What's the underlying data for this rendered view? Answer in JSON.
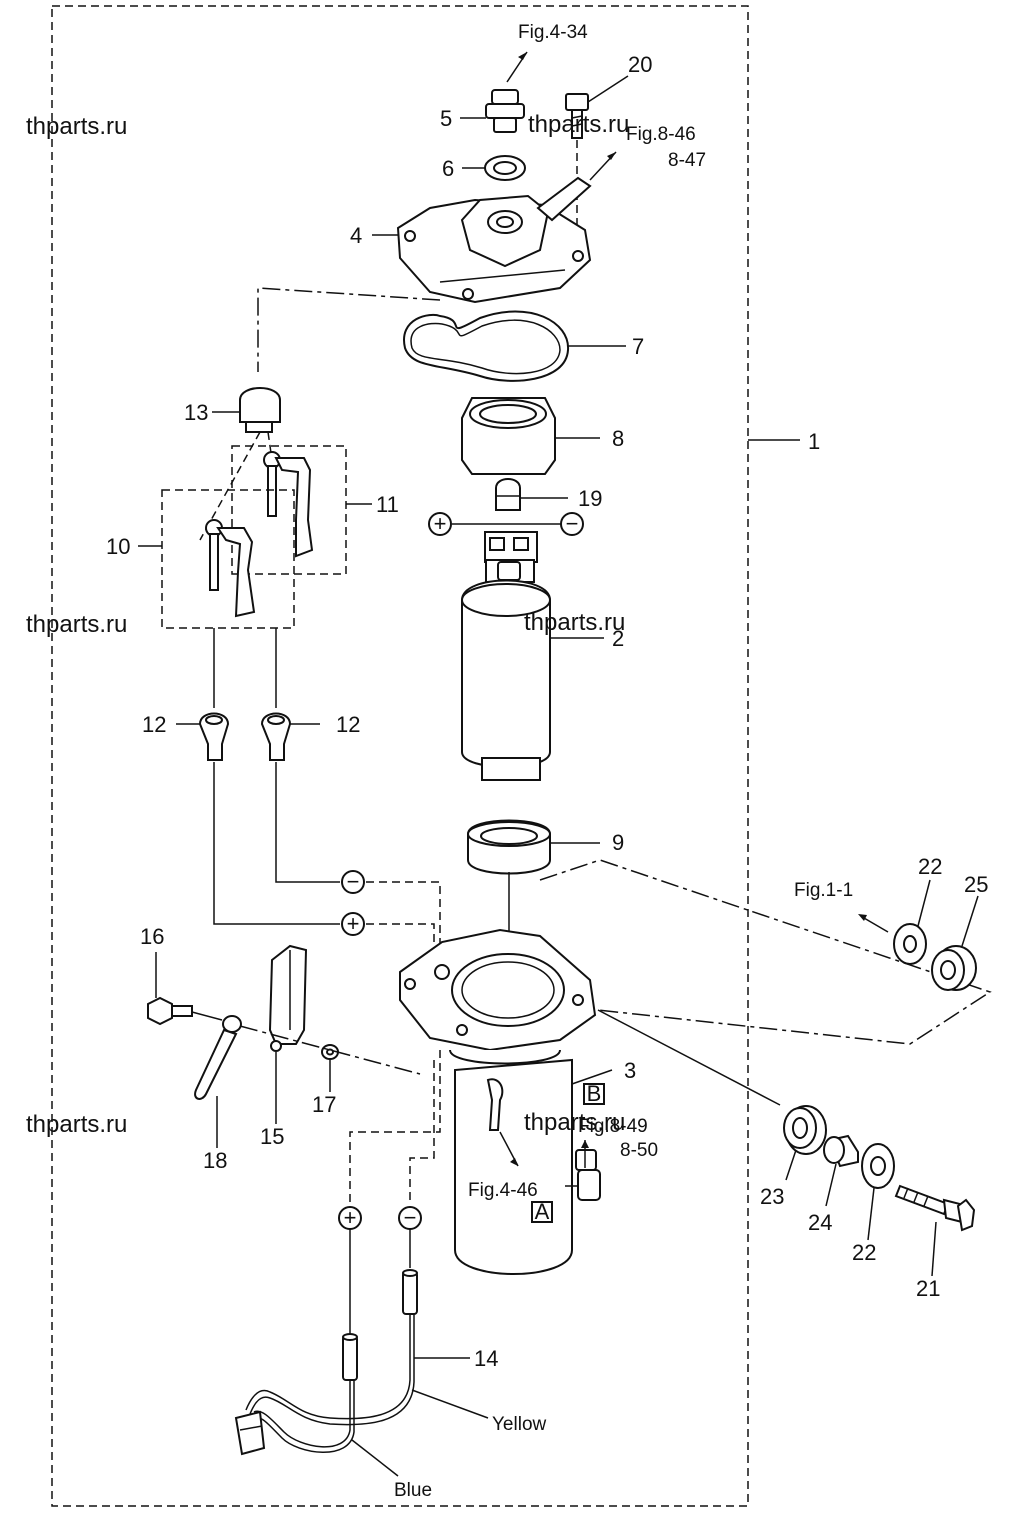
{
  "watermarks": [
    "thparts.ru",
    "thparts.ru",
    "thparts.ru",
    "thparts.ru",
    "thparts.ru",
    "thparts.ru"
  ],
  "part_labels": {
    "p1": "1",
    "p2": "2",
    "p3": "3",
    "p4": "4",
    "p5": "5",
    "p6": "6",
    "p7": "7",
    "p8": "8",
    "p9": "9",
    "p10": "10",
    "p11": "11",
    "p12a": "12",
    "p12b": "12",
    "p13": "13",
    "p14": "14",
    "p15": "15",
    "p16": "16",
    "p17": "17",
    "p18": "18",
    "p19": "19",
    "p20": "20",
    "p21": "21",
    "p22a": "22",
    "p22b": "22",
    "p23": "23",
    "p24": "24",
    "p25": "25"
  },
  "references": {
    "fig_4_34": "Fig.4-34",
    "fig_8_46": "Fig.8-46",
    "fig_8_47": "8-47",
    "fig_1_1": "Fig.1-1",
    "fig_8_49": "Fig.8-49",
    "fig_8_50": "8-50",
    "fig_4_46": "Fig.4-46"
  },
  "markers": {
    "a": "A",
    "b": "B"
  },
  "polarity": {
    "plus": "+",
    "minus": "−"
  },
  "wire_colors": {
    "yellow": "Yellow",
    "blue": "Blue"
  }
}
